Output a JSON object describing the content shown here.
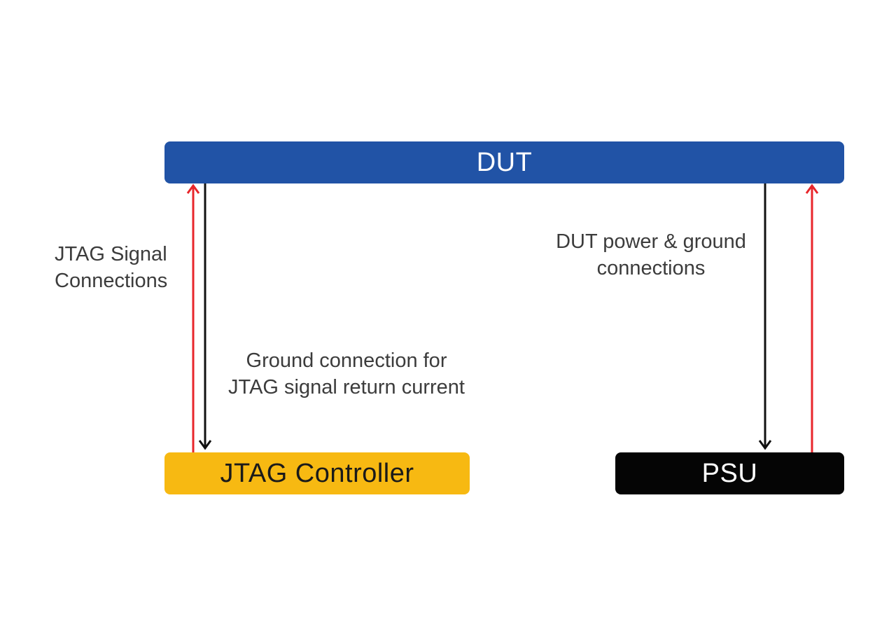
{
  "nodes": {
    "dut": {
      "label": "DUT",
      "color": "#2153a6"
    },
    "jtag_controller": {
      "label": "JTAG Controller",
      "color": "#f7b912"
    },
    "psu": {
      "label": "PSU",
      "color": "#050505"
    }
  },
  "edges": {
    "jtag_signal": {
      "line1": "JTAG Signal",
      "line2": "Connections",
      "from": "jtag_controller",
      "to": "dut",
      "color": "#e8262b"
    },
    "ground_return": {
      "line1": "Ground connection for",
      "line2": "JTAG signal return current",
      "from": "dut",
      "to": "jtag_controller",
      "color": "#111111"
    },
    "dut_power": {
      "line1": "DUT power & ground",
      "line2": "connections",
      "from": "dut",
      "to": "psu",
      "color": "#111111"
    },
    "psu_return": {
      "from": "psu",
      "to": "dut",
      "color": "#e8262b"
    }
  }
}
